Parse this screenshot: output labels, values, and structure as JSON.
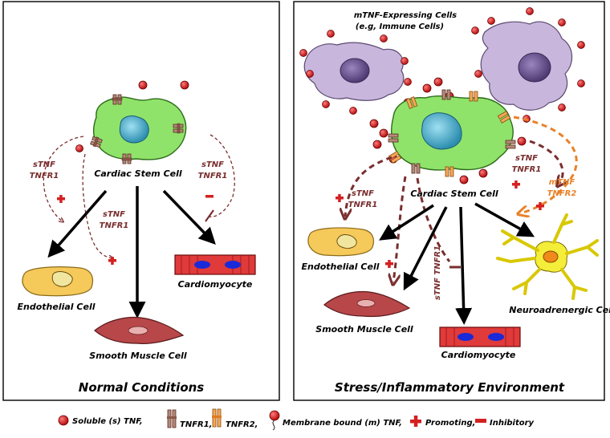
{
  "panels": {
    "left": {
      "title": "Normal Conditions",
      "stem_cell": "Cardiac Stem Cell",
      "endothelial": "Endothelial Cell",
      "smooth_muscle": "Smooth Muscle Cell",
      "cardiomyocyte": "Cardiomyocyte",
      "label_stnf_left": [
        "sTNF",
        "TNFR1"
      ],
      "label_stnf_mid": [
        "sTNF",
        "TNFR1"
      ],
      "label_stnf_right": [
        "sTNF",
        "TNFR1"
      ]
    },
    "right": {
      "title": "Stress/Inflammatory Environment",
      "immune_title": [
        "mTNF-Expressing Cells",
        "(e.g, Immune Cells)"
      ],
      "stem_cell": "Cardiac Stem Cell",
      "endothelial": "Endothelial Cell",
      "smooth_muscle": "Smooth Muscle Cell",
      "cardiomyocyte": "Cardiomyocyte",
      "neuro": "Neuroadrenergic Cell",
      "label_stnf_left": [
        "sTNF",
        "TNFR1"
      ],
      "label_stnf_right": [
        "sTNF",
        "TNFR1"
      ],
      "label_mtnf": [
        "mTNF",
        "TNFR2"
      ],
      "label_vertical": "sTNF TNFR1"
    }
  },
  "legend": {
    "soluble": "Soluble (s) TNF,",
    "tnfr1": "TNFR1,",
    "tnfr2": "TNFR2,",
    "membrane": "Membrane bound (m) TNF,",
    "promoting": "Promoting,",
    "inhibitory": "Inhibitory"
  },
  "colors": {
    "dashed_arrow": "#7a2e2e",
    "orange_arrow": "#e8822a",
    "stem_cell": "#8fe36a",
    "nucleus": "#5fb8d6",
    "immune_cell": "#c9b6dc",
    "endothelial": "#f5c95a",
    "cardiomyocyte": "#e03a3a",
    "neuro": "#f4ee3a",
    "red_symbol": "#d42020"
  }
}
